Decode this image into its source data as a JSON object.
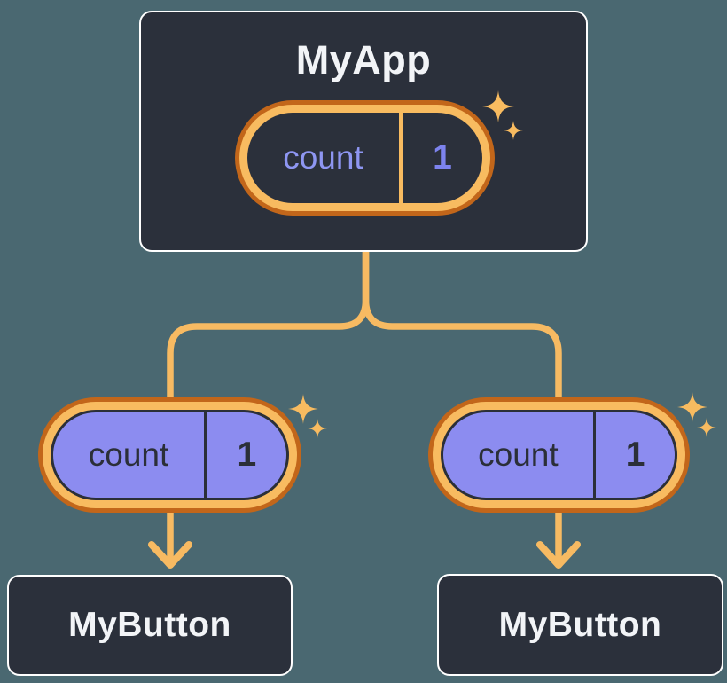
{
  "diagram": {
    "description": "React component tree sharing state: parent passes count state down to two buttons",
    "root_node": {
      "title": "MyApp",
      "state_pill": {
        "label": "count",
        "value": "1"
      }
    },
    "child_nodes": [
      {
        "title": "MyButton",
        "prop_pill": {
          "label": "count",
          "value": "1"
        }
      },
      {
        "title": "MyButton",
        "prop_pill": {
          "label": "count",
          "value": "1"
        }
      }
    ]
  },
  "icons": {
    "sparkle": "four-point-star",
    "arrow": "arrow-down-chevron"
  },
  "colors": {
    "background": "#4a6871",
    "node_fill": "#2b303b",
    "node_border": "#ffffff",
    "node_text": "#f2f4f7",
    "ring_outer": "#c2661a",
    "ring_inner": "#f8bb60",
    "connector": "#f7ba62",
    "state_purple": "#8c8cf0",
    "state_text_dark": "#2b2f38",
    "state_label_purple": "#8e96f2",
    "state_value_purple": "#7d83ee"
  }
}
